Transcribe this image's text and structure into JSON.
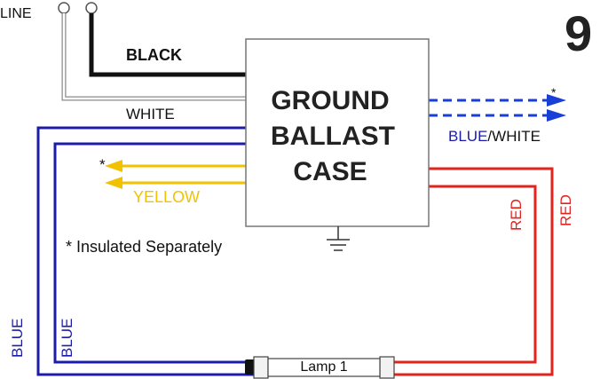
{
  "diagram": {
    "number": "9",
    "line_label": "LINE",
    "black_label": "BLACK",
    "white_label": "WHITE",
    "ballast": {
      "line1": "GROUND",
      "line2": "BALLAST",
      "line3": "CASE"
    },
    "blue_white_label": {
      "blue_part": "BLUE",
      "white_part": "/WHITE"
    },
    "yellow_label": "YELLOW",
    "asterisk": "*",
    "note": "* Insulated Separately",
    "red_label_1": "RED",
    "red_label_2": "RED",
    "blue_label_1": "BLUE",
    "blue_label_2": "BLUE",
    "lamp_label": "Lamp 1",
    "colors": {
      "black": "#111111",
      "blue": "#1c1ca8",
      "blue_dashed": "#1a3fd6",
      "yellow": "#f2c200",
      "red": "#e3231e",
      "white_wire": "#8a8a8a",
      "ballast_border": "#777777"
    }
  }
}
